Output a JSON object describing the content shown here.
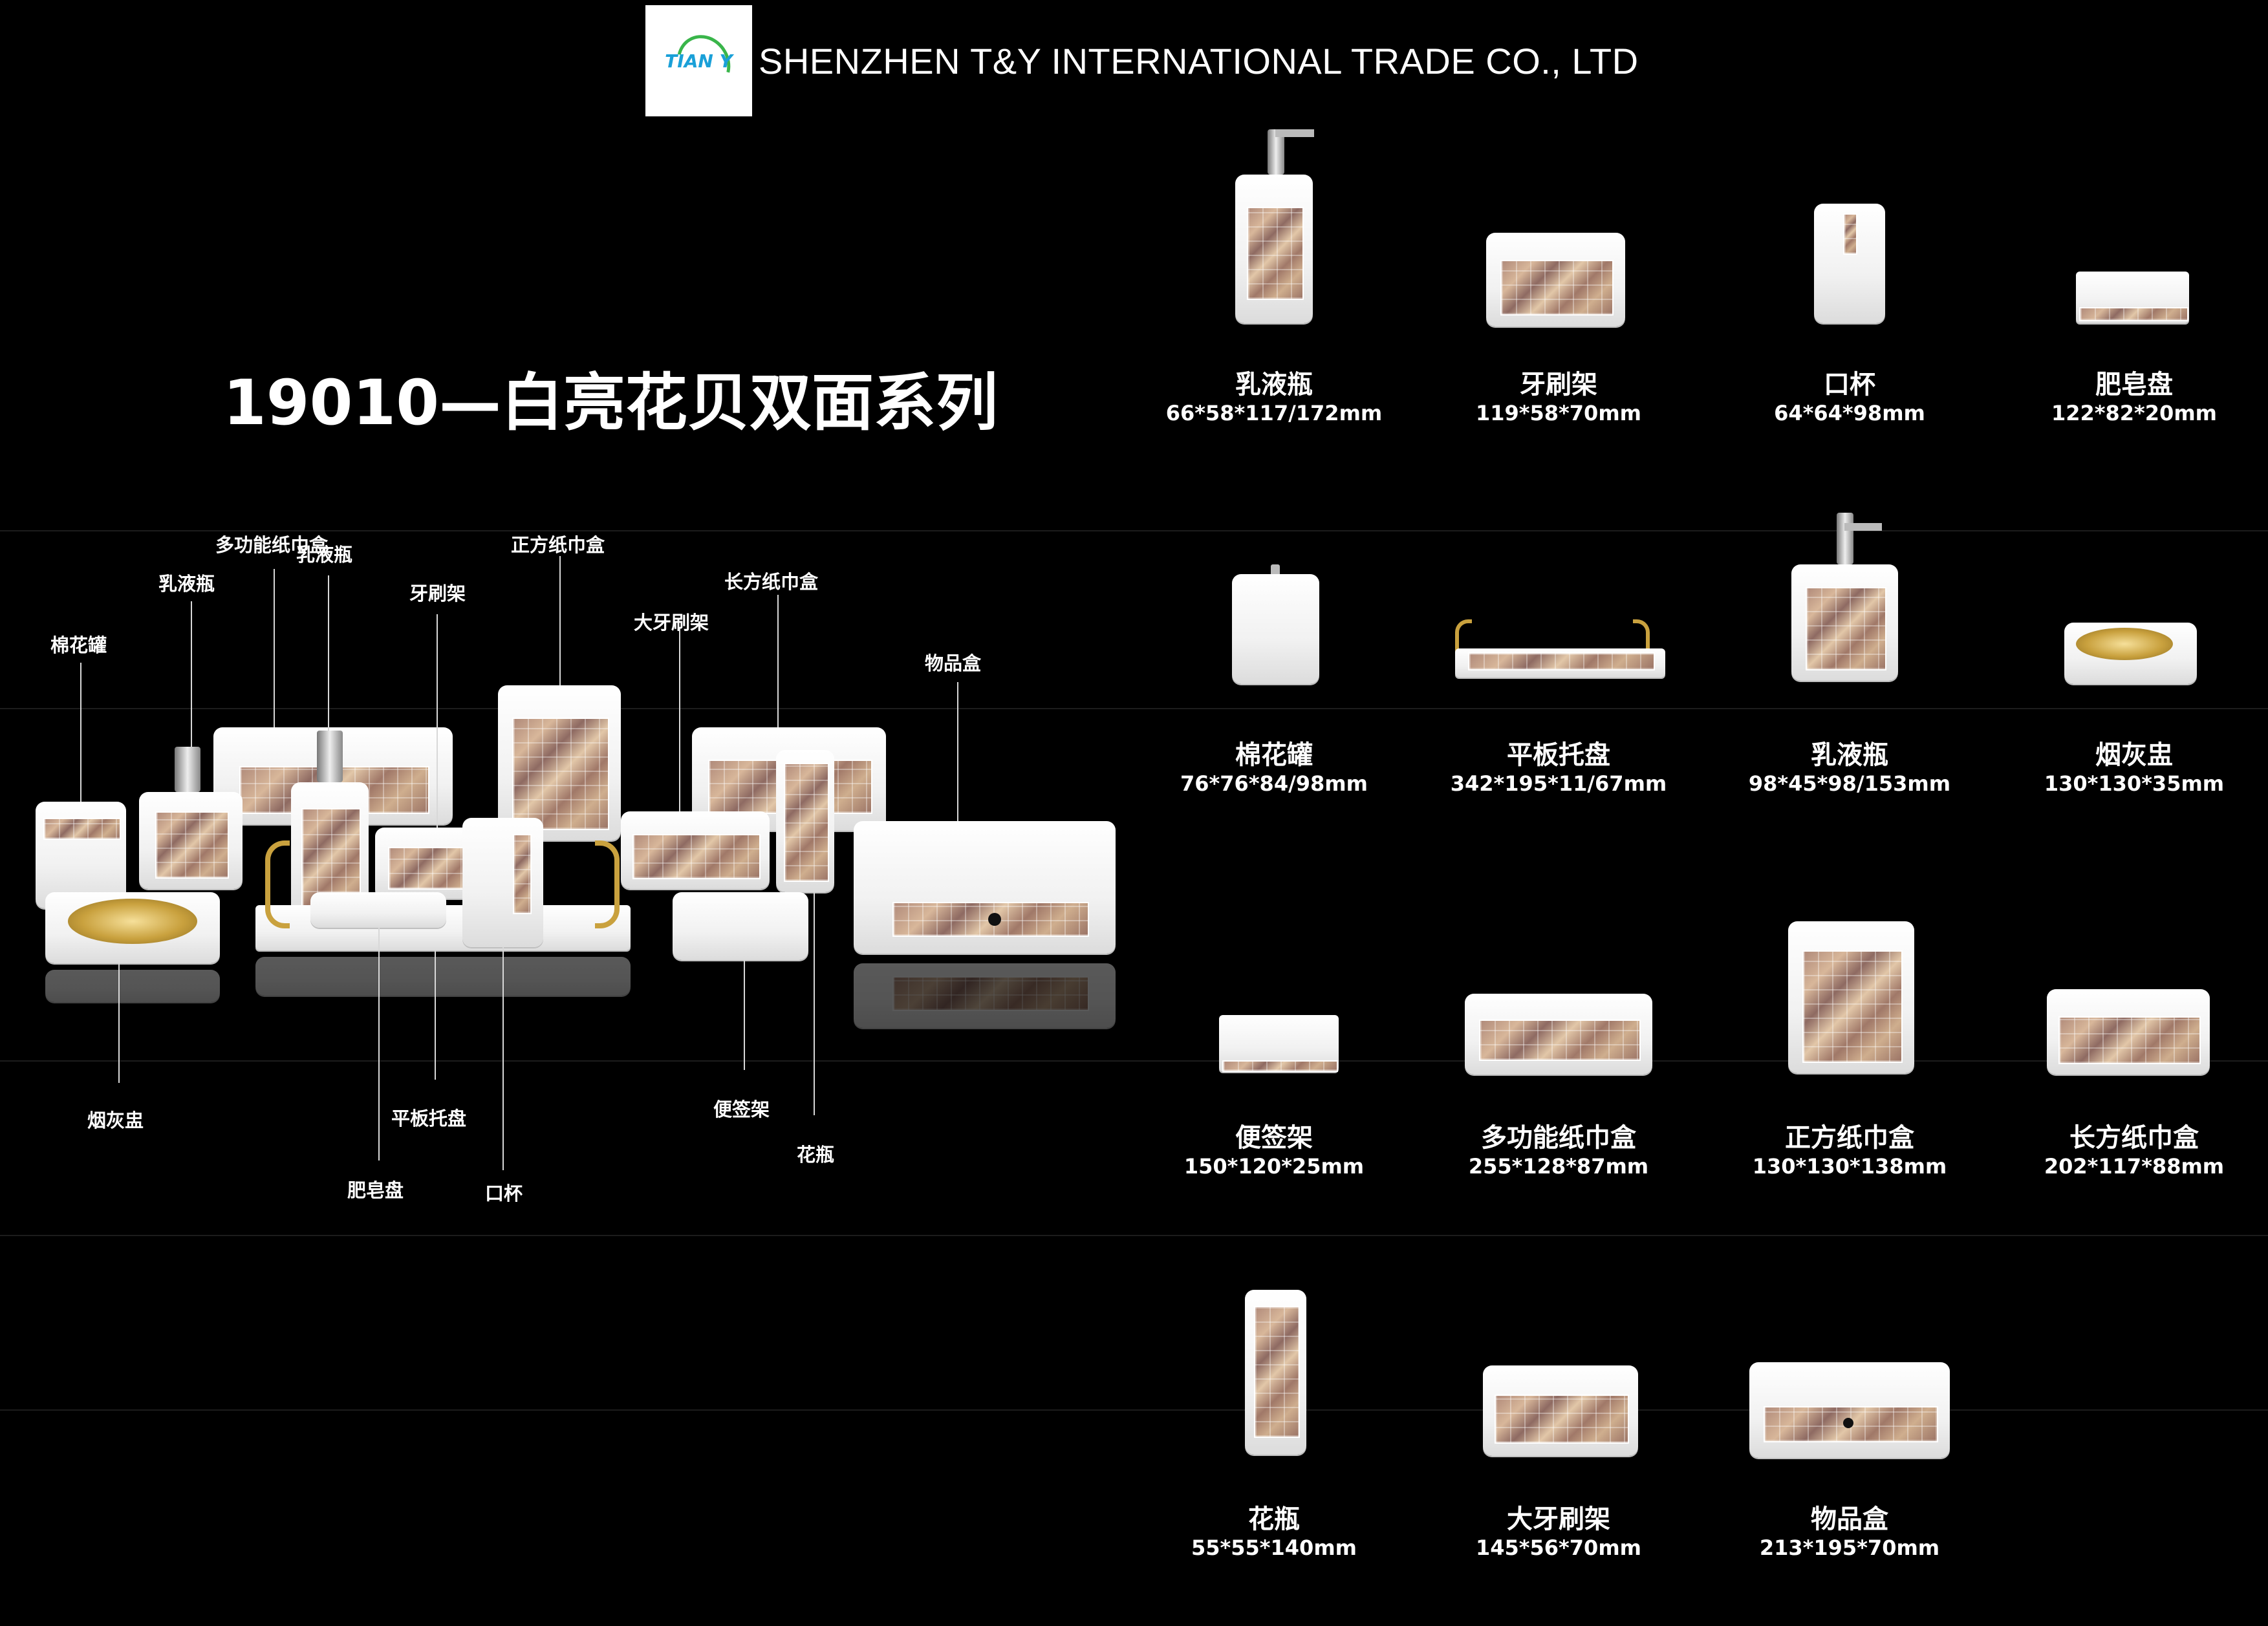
{
  "header": {
    "logo_text": "TIAN Y",
    "company": "SHENZHEN T&Y INTERNATIONAL TRADE CO., LTD"
  },
  "series_title": "19010—白亮花贝双面系列",
  "callouts": {
    "multi_tissue": "多功能纸巾盒",
    "lotion_a": "乳液瓶",
    "lotion_b": "乳液瓶",
    "square_tissue": "正方纸巾盒",
    "toothbrush": "牙刷架",
    "long_tissue": "长方纸巾盒",
    "big_toothbrush": "大牙刷架",
    "cotton_jar": "棉花罐",
    "storage_box": "物品盒",
    "ashtray": "烟灰盅",
    "tray": "平板托盘",
    "note_holder": "便签架",
    "vase": "花瓶",
    "soap_dish": "肥皂盘",
    "tumbler": "口杯"
  },
  "products": [
    {
      "name": "乳液瓶",
      "dims": "66*58*117/172mm",
      "icon": "lotion-pump-bottle"
    },
    {
      "name": "牙刷架",
      "dims": "119*58*70mm",
      "icon": "toothbrush-holder"
    },
    {
      "name": "口杯",
      "dims": "64*64*98mm",
      "icon": "tumbler"
    },
    {
      "name": "肥皂盘",
      "dims": "122*82*20mm",
      "icon": "soap-dish"
    },
    {
      "name": "棉花罐",
      "dims": "76*76*84/98mm",
      "icon": "cotton-jar"
    },
    {
      "name": "平板托盘",
      "dims": "342*195*11/67mm",
      "icon": "tray"
    },
    {
      "name": "乳液瓶",
      "dims": "98*45*98/153mm",
      "icon": "lotion-pump-bottle-wide"
    },
    {
      "name": "烟灰盅",
      "dims": "130*130*35mm",
      "icon": "ashtray"
    },
    {
      "name": "便签架",
      "dims": "150*120*25mm",
      "icon": "note-holder"
    },
    {
      "name": "多功能纸巾盒",
      "dims": "255*128*87mm",
      "icon": "multi-tissue-box"
    },
    {
      "name": "正方纸巾盒",
      "dims": "130*130*138mm",
      "icon": "square-tissue-box"
    },
    {
      "name": "长方纸巾盒",
      "dims": "202*117*88mm",
      "icon": "long-tissue-box"
    },
    {
      "name": "花瓶",
      "dims": "55*55*140mm",
      "icon": "vase"
    },
    {
      "name": "大牙刷架",
      "dims": "145*56*70mm",
      "icon": "big-toothbrush-holder"
    },
    {
      "name": "物品盒",
      "dims": "213*195*70mm",
      "icon": "storage-box"
    }
  ],
  "colors": {
    "background": "#000000",
    "text": "#ffffff",
    "logo_blue": "#1aa0d8",
    "logo_green": "#39b54a",
    "gold": "#c9a13e"
  }
}
